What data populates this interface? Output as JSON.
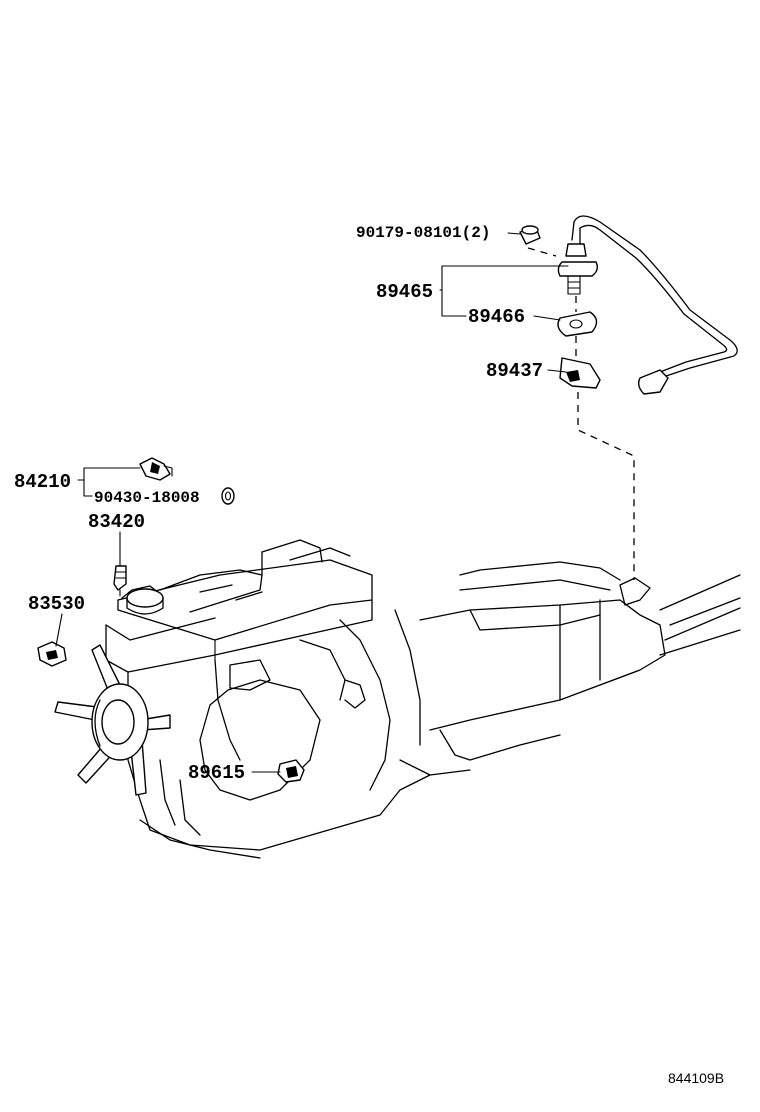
{
  "callouts": {
    "p90179": "90179-08101(2)",
    "p89465": "89465",
    "p89466": "89466",
    "p89437": "89437",
    "p84210": "84210",
    "p90430": "90430-18008",
    "p83420": "83420",
    "p83530": "83530",
    "p89615": "89615"
  },
  "illustration_code": "844109B"
}
